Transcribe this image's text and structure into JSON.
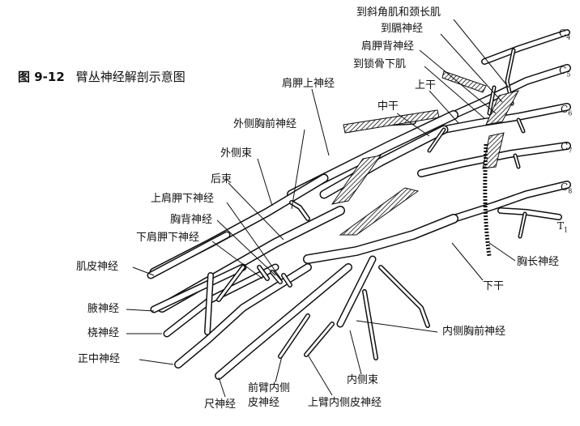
{
  "title": {
    "number": "图 9-12",
    "text": "臂丛神经解剖示意图"
  },
  "roots": {
    "c4": {
      "letter": "C",
      "sub": "4"
    },
    "c5": {
      "letter": "C",
      "sub": "5"
    },
    "c6": {
      "letter": "C",
      "sub": "6"
    },
    "c7": {
      "letter": "C",
      "sub": "7"
    },
    "c8": {
      "letter": "C",
      "sub": "8"
    },
    "t1": {
      "letter": "T",
      "sub": "1"
    }
  },
  "labels": {
    "to_scalene_longus_colli": "到斜角肌和颈长肌",
    "to_phrenic": "到膈神经",
    "dorsal_scapular": "肩胛背神经",
    "to_subclavius": "到锁骨下肌",
    "upper_trunk": "上干",
    "middle_trunk": "中干",
    "suprascapular": "肩胛上神经",
    "lateral_pectoral": "外侧胸前神经",
    "lateral_cord": "外侧束",
    "posterior_cord": "后束",
    "upper_subscapular": "上肩胛下神经",
    "thoracodorsal": "胸背神经",
    "lower_subscapular": "下肩胛下神经",
    "musculocutaneous": "肌皮神经",
    "axillary": "腋神经",
    "radial": "桡神经",
    "median": "正中神经",
    "ulnar": "尺神经",
    "medial_antebrachial_1": "前臂内侧",
    "medial_antebrachial_2": "皮神经",
    "medial_brachial": "上臂内侧皮神经",
    "medial_cord": "内侧束",
    "medial_pectoral": "内侧胸前神经",
    "lower_trunk": "下干",
    "long_thoracic": "胸长神经"
  }
}
